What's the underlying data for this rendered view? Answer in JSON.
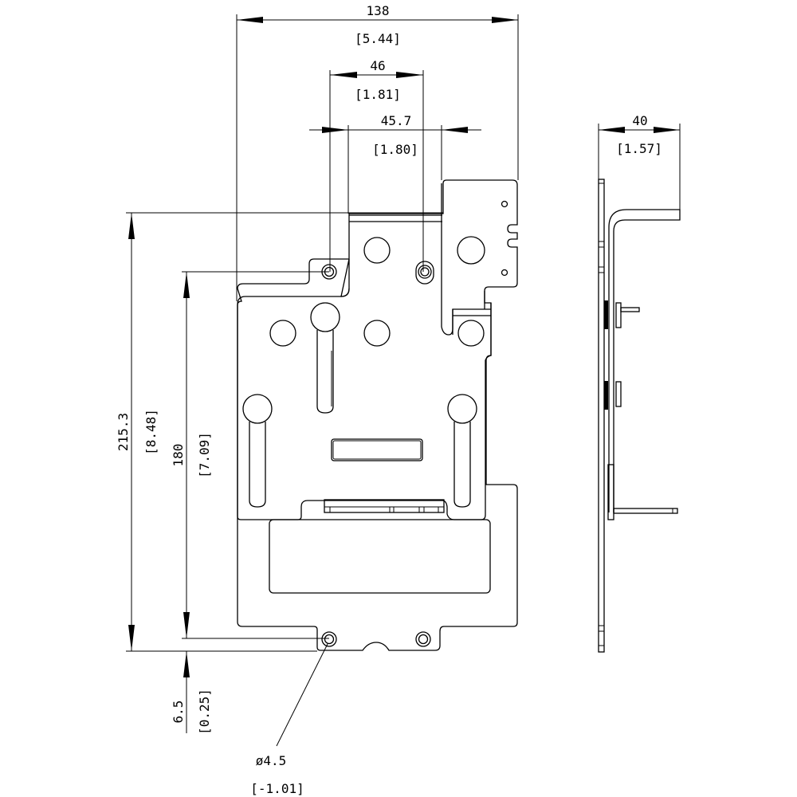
{
  "drawing": {
    "type": "mechanical-drawing",
    "title": "Mounting bracket plate — front and side views",
    "units_primary": "mm",
    "units_secondary": "in",
    "line_color": "#000000",
    "background_color": "#ffffff"
  },
  "dimensions": {
    "overall_width": {
      "value": "138",
      "alt": "[5.44]"
    },
    "hole_spacing_top": {
      "value": "46",
      "alt": "[1.81]"
    },
    "slot_spacing": {
      "value": "45.7",
      "alt": "[1.80]"
    },
    "side_depth": {
      "value": "40",
      "alt": "[1.57]"
    },
    "overall_height": {
      "value": "215.3",
      "alt": "[8.48]"
    },
    "hole_vertical_spacing": {
      "value": "180",
      "alt": "[7.09]"
    },
    "bottom_offset": {
      "value": "6.5",
      "alt": "[0.25]"
    },
    "hole_diameter": {
      "value": "ø4.5",
      "alt": "[-1.01]"
    }
  },
  "views": [
    {
      "name": "front-view",
      "label": ""
    },
    {
      "name": "side-view",
      "label": ""
    }
  ]
}
